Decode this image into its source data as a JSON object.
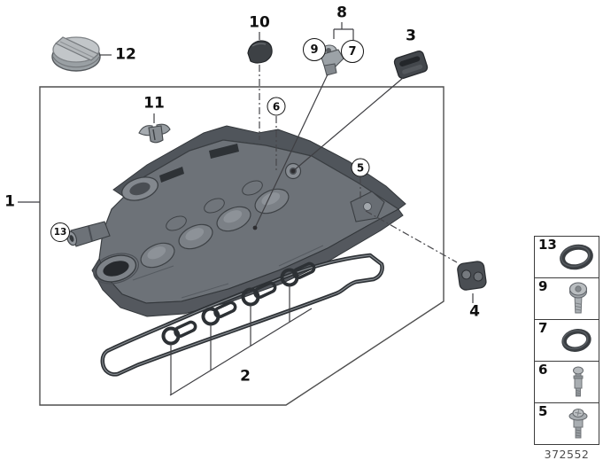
{
  "figure": {
    "type": "parts-diagram",
    "subject": "cylinder-head-cover"
  },
  "callouts": {
    "item1": "1",
    "item2": "2",
    "item3": "3",
    "item4": "4",
    "item8": "8",
    "item10": "10",
    "item11": "11",
    "item12": "12",
    "circled5": "5",
    "circled6": "6",
    "circled7": "7",
    "circled9": "9",
    "circled13": "13"
  },
  "legend": {
    "rows": [
      {
        "label": "13",
        "icon": "o-ring-large-icon"
      },
      {
        "label": "9",
        "icon": "torx-pan-screw-icon"
      },
      {
        "label": "7",
        "icon": "o-ring-icon"
      },
      {
        "label": "6",
        "icon": "stud-screw-icon"
      },
      {
        "label": "5",
        "icon": "collar-screw-icon"
      }
    ]
  },
  "footer": {
    "code": "372552"
  },
  "colors": {
    "line": "#4f4f4f",
    "label": "#101010",
    "metal_light": "#c2c6c9",
    "metal_mid": "#6d7278",
    "metal_dark": "#3d4145",
    "gasket": "#2d3135",
    "background": "#ffffff"
  }
}
